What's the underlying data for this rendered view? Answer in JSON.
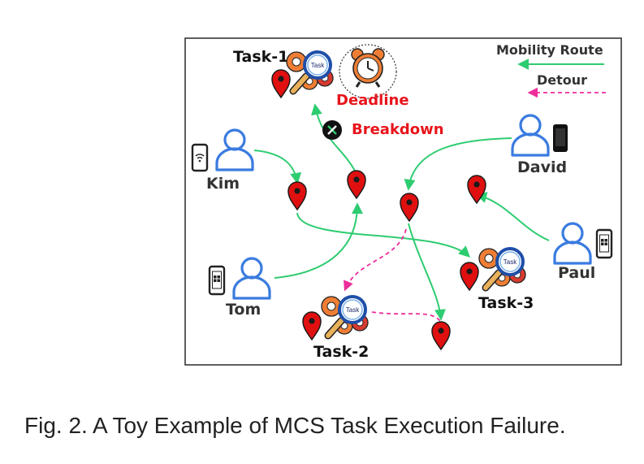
{
  "figure": {
    "caption": "Fig. 2. A Toy Example of MCS Task Execution Failure.",
    "legend": {
      "mobility_route": "Mobility Route",
      "detour": "Detour"
    },
    "labels": {
      "task1": "Task-1",
      "task2": "Task-2",
      "task3": "Task-3",
      "deadline": "Deadline",
      "breakdown": "Breakdown",
      "kim": "Kim",
      "tom": "Tom",
      "david": "David",
      "paul": "Paul",
      "task_icon_text": "Task"
    },
    "colors": {
      "route": "#2ecc71",
      "detour": "#ee2d9c",
      "person": "#3a7be0",
      "pin": "#e01010",
      "alert_text": "#e8141b"
    }
  }
}
